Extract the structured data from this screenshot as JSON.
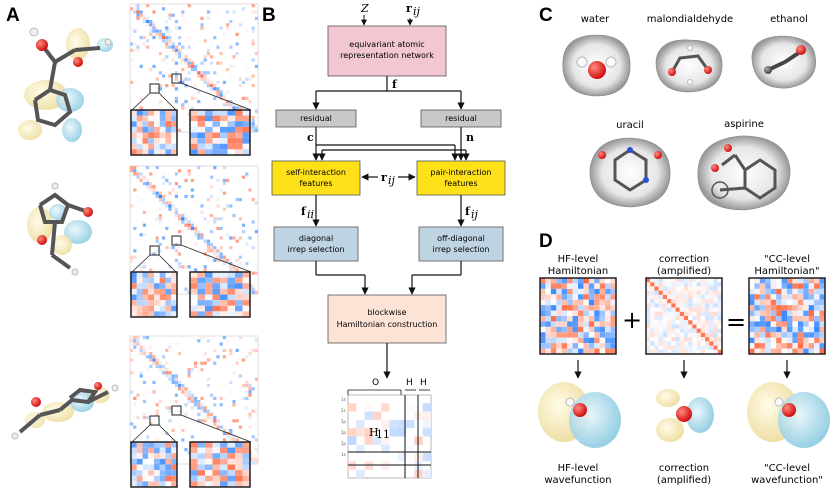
{
  "panels": {
    "a": "A",
    "b": "B",
    "c": "C",
    "d": "D"
  },
  "flow": {
    "inputs": {
      "z": "Z",
      "rij": "r",
      "rij_sub": "ij"
    },
    "network_line1": "equivariant atomic",
    "network_line2": "representation network",
    "f_label": "f",
    "residual_left": "residual",
    "residual_right": "residual",
    "c_label": "c",
    "n_label": "n",
    "self_line1": "self-interaction",
    "self_line2": "features",
    "pair_line1": "pair-interaction",
    "pair_line2": "features",
    "rij_mid": "r",
    "rij_mid_sub": "ij",
    "fii": "f",
    "fii_sub": "ii",
    "fij": "f",
    "fij_sub": "ij",
    "diag_line1": "diagonal",
    "diag_line2": "irrep selection",
    "offdiag_line1": "off-diagonal",
    "offdiag_line2": "irrep selection",
    "blockwise_line1": "blockwise",
    "blockwise_line2": "Hamiltonian construction",
    "matrix_o": "O",
    "matrix_h1": "H",
    "matrix_h2": "H",
    "h11": "H",
    "h11_sub": "11"
  },
  "molecules": [
    "water",
    "malondialdehyde",
    "ethanol",
    "uracil",
    "aspirine"
  ],
  "correction": {
    "hf_line1": "HF-level",
    "hf_line2": "Hamiltonian",
    "corr_line1": "correction",
    "corr_line2": "(amplified)",
    "cc_line1": "\"CC-level",
    "cc_line2": "Hamiltonian\"",
    "plus": "+",
    "equals": "=",
    "wf_hf_line1": "HF-level",
    "wf_hf_line2": "wavefunction",
    "wf_corr_line1": "correction",
    "wf_corr_line2": "(amplified)",
    "wf_cc_line1": "\"CC-level",
    "wf_cc_line2": "wavefunction\""
  },
  "colors": {
    "network": "#f2c7d2",
    "residual": "#c8c8c8",
    "features": "#ffe119",
    "irrep": "#bfd4e3",
    "blockwise": "#fde3d6",
    "red": "#c0392b",
    "blue": "#2e75b6"
  }
}
